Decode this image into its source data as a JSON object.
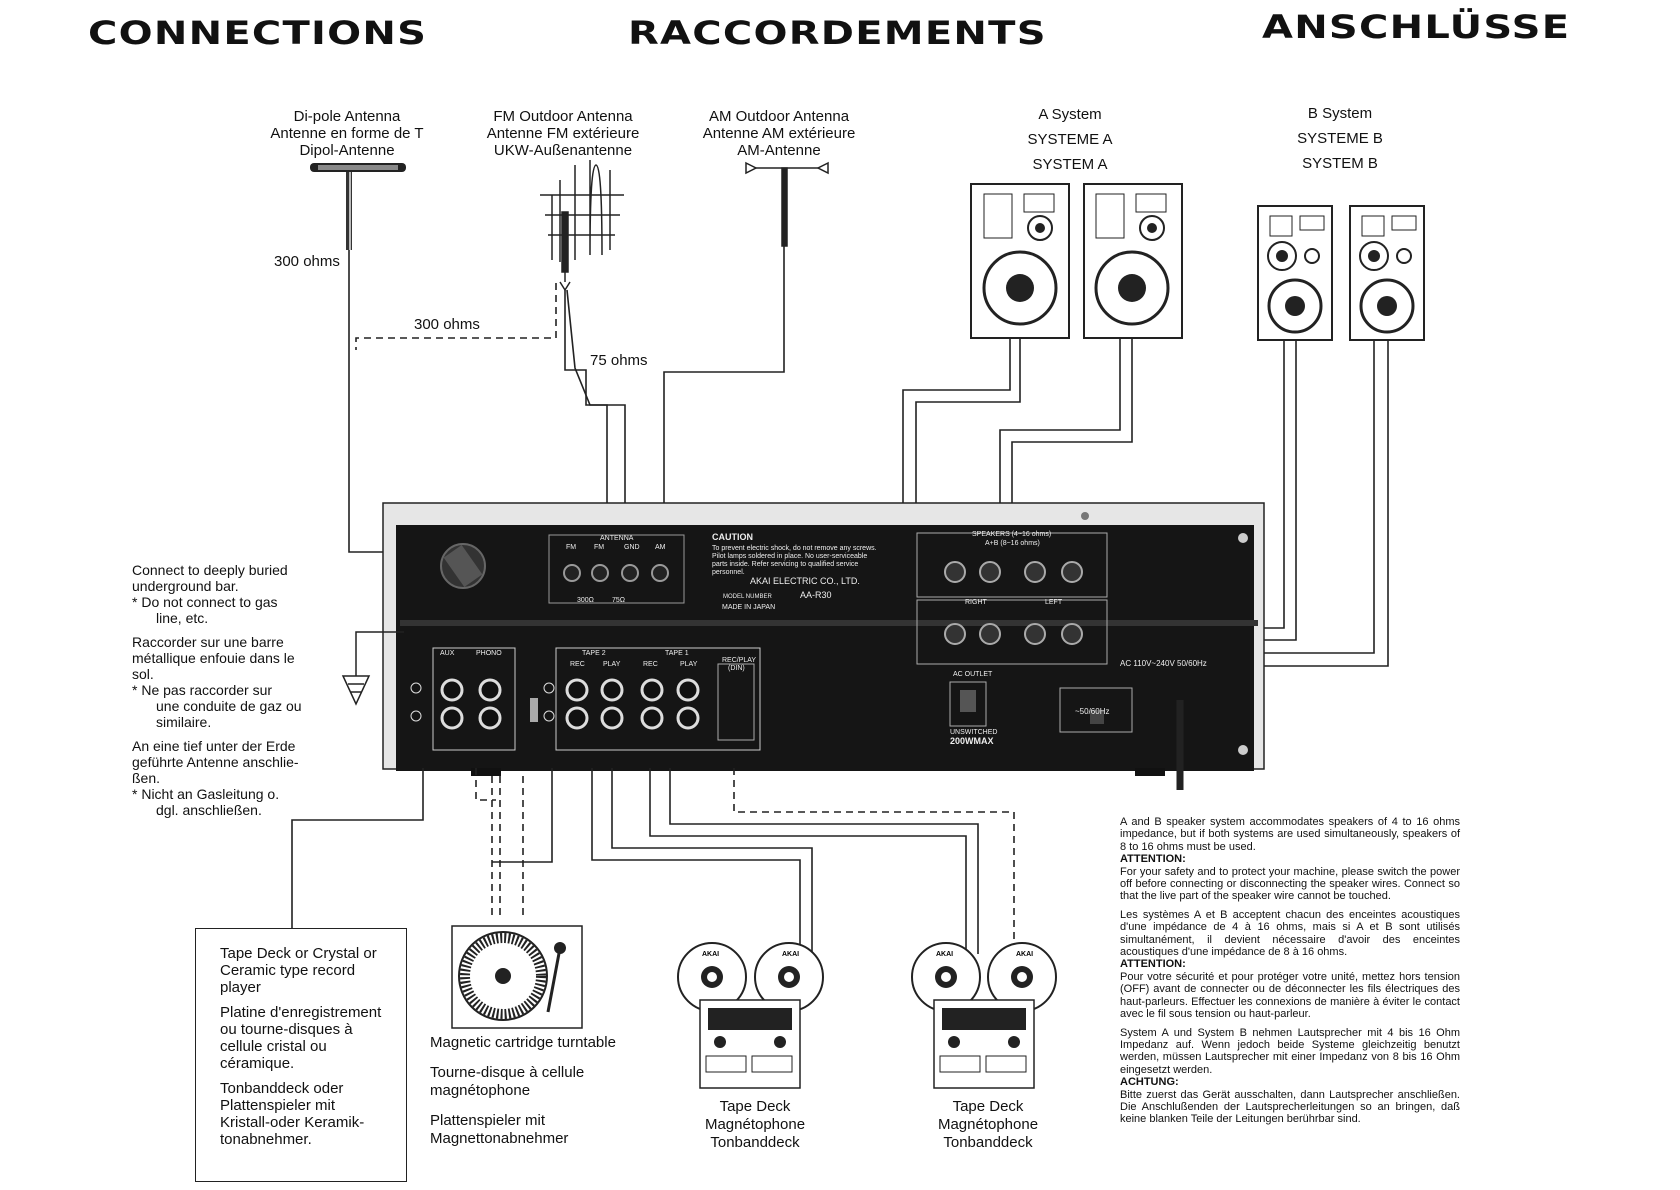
{
  "titles": {
    "en": "CONNECTIONS",
    "fr": "RACCORDEMENTS",
    "de": "ANSCHLÜSSE"
  },
  "antennas": [
    {
      "lines": [
        "Di-pole Antenna",
        "Antenne en forme de T",
        "Dipol-Antenne"
      ]
    },
    {
      "lines": [
        "FM Outdoor Antenna",
        "Antenne FM extérieure",
        "UKW-Außenantenne"
      ]
    },
    {
      "lines": [
        "AM Outdoor Antenna",
        "Antenne AM extérieure",
        "AM-Antenne"
      ]
    }
  ],
  "speaker_systems": {
    "a": [
      "A System",
      "SYSTEME A",
      "SYSTEM A"
    ],
    "b": [
      "B System",
      "SYSTEME B",
      "SYSTEM B"
    ]
  },
  "impedance_labels": {
    "ohms300_a": "300 ohms",
    "ohms300_b": "300 ohms",
    "ohms75": "75 ohms"
  },
  "ground_note": {
    "en": [
      "Connect to deeply buried",
      "underground bar.",
      "*  Do not connect to gas",
      "line, etc."
    ],
    "fr": [
      "Raccorder sur une barre",
      "métallique enfouie dans le",
      "sol.",
      "*  Ne pas raccorder sur",
      "une conduite de gaz ou",
      "similaire."
    ],
    "de": [
      "An eine tief unter der Erde",
      "geführte Antenne anschlie-",
      "ßen.",
      "*  Nicht an Gasleitung o.",
      "dgl. anschließen."
    ]
  },
  "panel": {
    "antenna": "ANTENNA",
    "fm": "FM",
    "fm2": "FM",
    "gnd": "GND",
    "am": "AM",
    "ohm300": "300Ω",
    "ohm75": "75Ω",
    "caution_title": "CAUTION",
    "caution_text": [
      "To prevent electric shock, do not remove any screws.",
      "Pilot lamps soldered in place. No user-serviceable",
      "parts inside. Refer servicing to qualified service",
      "personnel."
    ],
    "maker": "AKAI ELECTRIC CO., LTD.",
    "model_label": "MODEL NUMBER",
    "model": "AA-R30",
    "origin": "MADE IN JAPAN",
    "speakers": "SPEAKERS (4~16 ohms)",
    "speakers_ab": "A+B (8~16 ohms)",
    "right": "RIGHT",
    "left": "LEFT",
    "aux": "AUX",
    "phono": "PHONO",
    "tape2": "TAPE 2",
    "tape1": "TAPE 1",
    "rec": "REC",
    "play": "PLAY",
    "recplay": "REC/PLAY",
    "din": "(DIN)",
    "ac_outlet": "AC OUTLET",
    "unswitched": "UNSWITCHED",
    "max": "200WMAX",
    "ac_rating": "AC 110V~240V 50/60Hz",
    "freq": "~50/60Hz"
  },
  "record_player_box": [
    "Tape Deck or Crystal or Ceramic type record player",
    "Platine d'enregistrement ou tourne-disques à cellule cristal ou céramique.",
    "Tonbanddeck oder Plattenspieler mit Kristall-oder Keramik-tonabnehmer."
  ],
  "turntable_label": [
    "Magnetic cartridge turntable",
    "Tourne-disque à cellule magnétophone",
    "Plattenspieler mit Magnettonabnehmer"
  ],
  "deck1_label": [
    "Tape Deck",
    "Magnétophone",
    "Tonbanddeck"
  ],
  "deck2_label": [
    "Tape Deck",
    "Magnétophone",
    "Tonbanddeck"
  ],
  "deck_brand": "AKAI",
  "speaker_notes": {
    "en": "A and B speaker system accommodates speakers of 4 to 16 ohms impedance, but if both systems are used simultaneously, speakers of 8 to 16 ohms must be used.",
    "en_att": "ATTENTION:",
    "en_att_text": "For your safety and to protect your machine, please switch the power off before connecting or disconnecting the speaker wires. Connect so that the live part of the speaker wire cannot be touched.",
    "fr": "Les systèmes A et B acceptent chacun des enceintes acoustiques d'une impédance de 4 à 16 ohms, mais si A et B sont utilisés simultanément, il devient nécessaire d'avoir des enceintes acoustiques d'une impédance de 8 à 16 ohms.",
    "fr_att": "ATTENTION:",
    "fr_att_text": "Pour votre sécurité et pour protéger votre unité, mettez hors tension (OFF) avant de connecter ou de déconnecter les fils électriques des haut-parleurs. Effectuer les connexions de manière à éviter le contact avec le fil sous tension ou haut-parleur.",
    "de": "System A und System B nehmen Lautsprecher mit 4 bis 16 Ohm Impedanz auf. Wenn jedoch beide Systeme gleichzeitig benutzt werden, müssen Lautsprecher mit einer Impedanz von 8 bis 16 Ohm eingesetzt werden.",
    "de_att": "ACHTUNG:",
    "de_att_text": "Bitte zuerst das Gerät ausschalten, dann Lautsprecher anschließen. Die Anschlußenden der Lautsprecherleitungen so an bringen, daß keine blanken Teile der Leitungen berührbar sind."
  }
}
